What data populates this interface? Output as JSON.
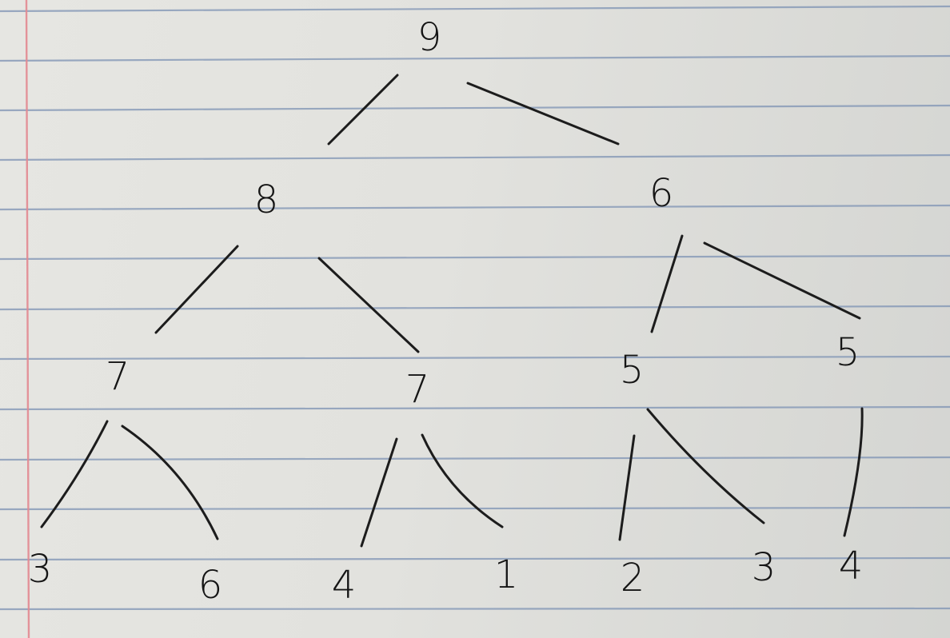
{
  "tree": {
    "root": {
      "label": "9",
      "children": [
        {
          "label": "8",
          "children": [
            {
              "label": "7",
              "children": [
                {
                  "label": "3"
                },
                {
                  "label": "6"
                }
              ]
            },
            {
              "label": "7",
              "children": [
                {
                  "label": "4"
                },
                {
                  "label": "1"
                }
              ]
            }
          ]
        },
        {
          "label": "6",
          "children": [
            {
              "label": "5",
              "children": [
                {
                  "label": "2"
                },
                {
                  "label": "3"
                }
              ]
            },
            {
              "label": "5",
              "children": [
                {
                  "label": "4"
                }
              ]
            }
          ]
        }
      ]
    }
  },
  "colors": {
    "ink": "#151515",
    "rule": "#7e93b4",
    "margin": "#e38a92",
    "paper": "#e4e4e0"
  }
}
